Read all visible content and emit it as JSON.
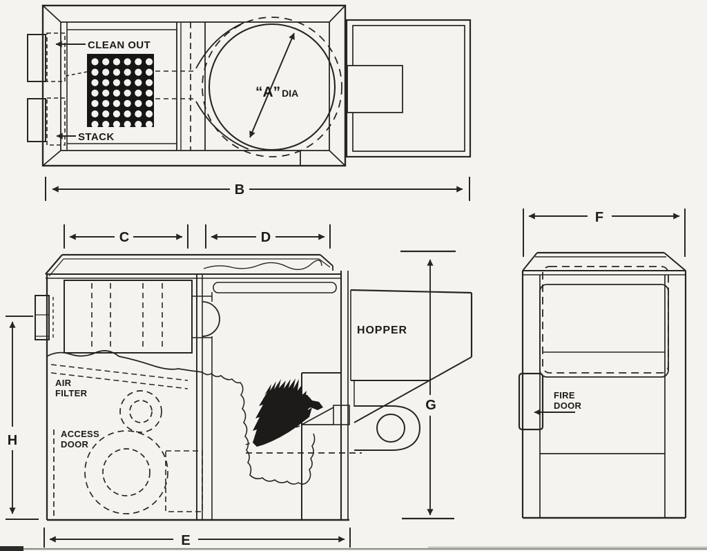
{
  "colors": {
    "paper": "#f4f3ef",
    "ink": "#262522",
    "tube_sheet_block": "#161616"
  },
  "top_view": {
    "clean_out_label": "CLEAN OUT",
    "stack_label": "STACK",
    "diameter_label": "“A”",
    "diameter_suffix": "DIA",
    "width_dim": "B",
    "tube_grid": {
      "cols": 6,
      "rows": 7
    }
  },
  "side_view": {
    "heat_exchanger_dim": "C",
    "firebox_dim": "D",
    "length_dim": "E",
    "height_dim": "H",
    "hopper_height_dim": "G",
    "hopper_label": "HOPPER",
    "air_filter_label_line1": "AIR",
    "air_filter_label_line2": "FILTER",
    "access_door_label_line1": "ACCESS",
    "access_door_label_line2": "DOOR"
  },
  "end_view": {
    "width_dim": "F",
    "fire_door_label_line1": "FIRE",
    "fire_door_label_line2": "DOOR"
  }
}
